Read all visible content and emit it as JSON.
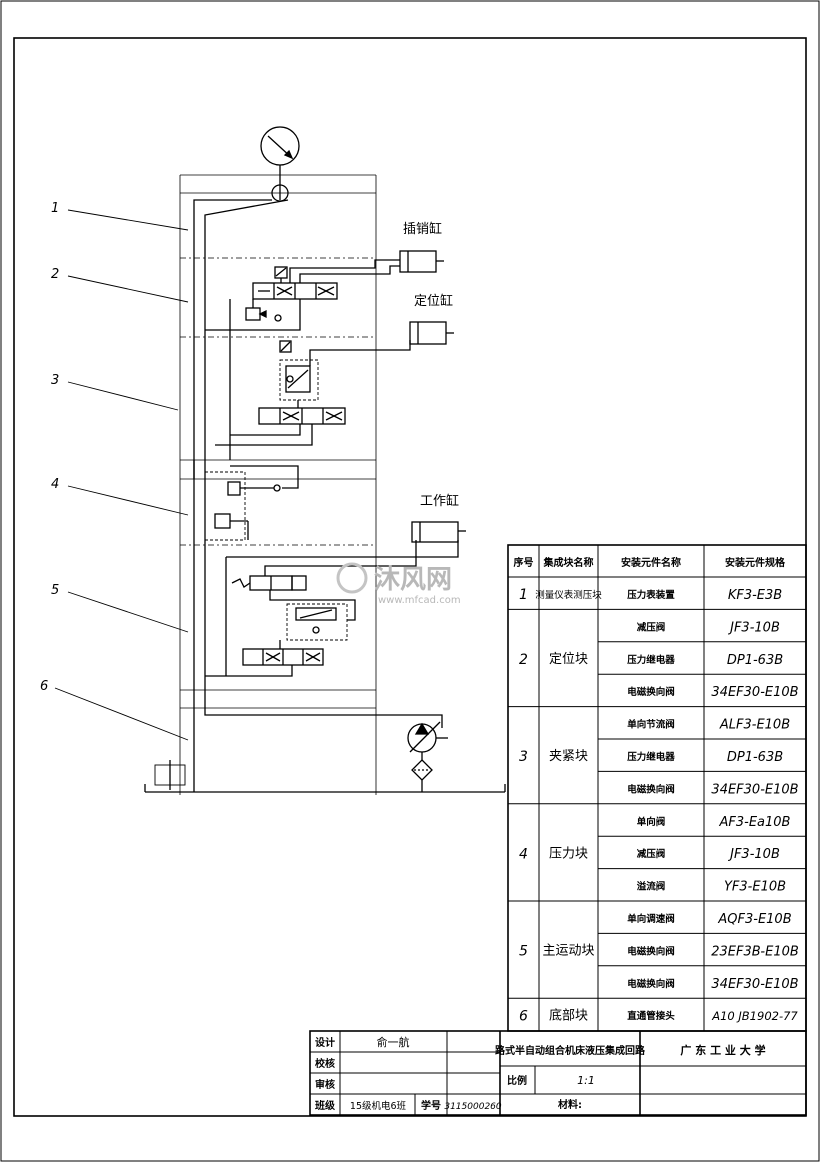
{
  "components": {
    "cyl_pin": "插销缸",
    "cyl_locate": "定位缸",
    "cyl_work": "工作缸"
  },
  "leaders": [
    "1",
    "2",
    "3",
    "4",
    "5",
    "6"
  ],
  "bom": {
    "headers": [
      "序号",
      "集成块名称",
      "安装元件名称",
      "安装元件规格"
    ],
    "groups": [
      {
        "no": "1",
        "name": "测量仪表测压块",
        "items": [
          {
            "part": "压力表装置",
            "spec": "KF3-E3B"
          }
        ]
      },
      {
        "no": "2",
        "name": "定位块",
        "items": [
          {
            "part": "减压阀",
            "spec": "JF3-10B"
          },
          {
            "part": "压力继电器",
            "spec": "DP1-63B"
          },
          {
            "part": "电磁换向阀",
            "spec": "34EF30-E10B"
          }
        ]
      },
      {
        "no": "3",
        "name": "夹紧块",
        "items": [
          {
            "part": "单向节流阀",
            "spec": "ALF3-E10B"
          },
          {
            "part": "压力继电器",
            "spec": "DP1-63B"
          },
          {
            "part": "电磁换向阀",
            "spec": "34EF30-E10B"
          }
        ]
      },
      {
        "no": "4",
        "name": "压力块",
        "items": [
          {
            "part": "单向阀",
            "spec": "AF3-Ea10B"
          },
          {
            "part": "减压阀",
            "spec": "JF3-10B"
          },
          {
            "part": "溢流阀",
            "spec": "YF3-E10B"
          }
        ]
      },
      {
        "no": "5",
        "name": "主运动块",
        "items": [
          {
            "part": "单向调速阀",
            "spec": "AQF3-E10B"
          },
          {
            "part": "电磁换向阀",
            "spec": "23EF3B-E10B"
          },
          {
            "part": "电磁换向阀",
            "spec": "34EF30-E10B"
          }
        ]
      },
      {
        "no": "6",
        "name": "底部块",
        "items": [
          {
            "part": "直通管接头",
            "spec": "A10 JB1902-77"
          }
        ]
      }
    ]
  },
  "title_block": {
    "design_label": "设计",
    "designer": "俞一航",
    "check_label": "校核",
    "review_label": "审核",
    "class_label": "班级",
    "class_value": "15级机电6班",
    "id_label": "学号",
    "id_value": "3115000260",
    "drawing_title": "路式半自动组合机床液压集成回路",
    "scale_label": "比例",
    "scale_value": "1:1",
    "material_label": "材料:",
    "school": "广 东 工 业 大 学"
  },
  "watermark": {
    "brand": "沐风网",
    "url": "www.mfcad.com"
  }
}
